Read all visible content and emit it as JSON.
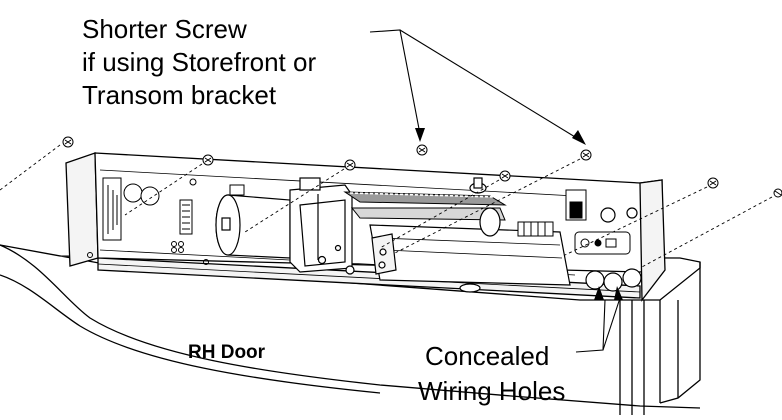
{
  "labels": {
    "screw_note_line1": "Shorter Screw",
    "screw_note_line2": "if using Storefront or",
    "screw_note_line3": "Transom bracket",
    "door_label": "RH Door",
    "wiring_line1": "Concealed",
    "wiring_line2": "Wiring Holes"
  },
  "colors": {
    "line": "#000000",
    "background": "#ffffff",
    "fill_light": "#f4f4f4",
    "fill_mid": "#d8d8d8",
    "fill_dark": "#9a9a9a"
  }
}
